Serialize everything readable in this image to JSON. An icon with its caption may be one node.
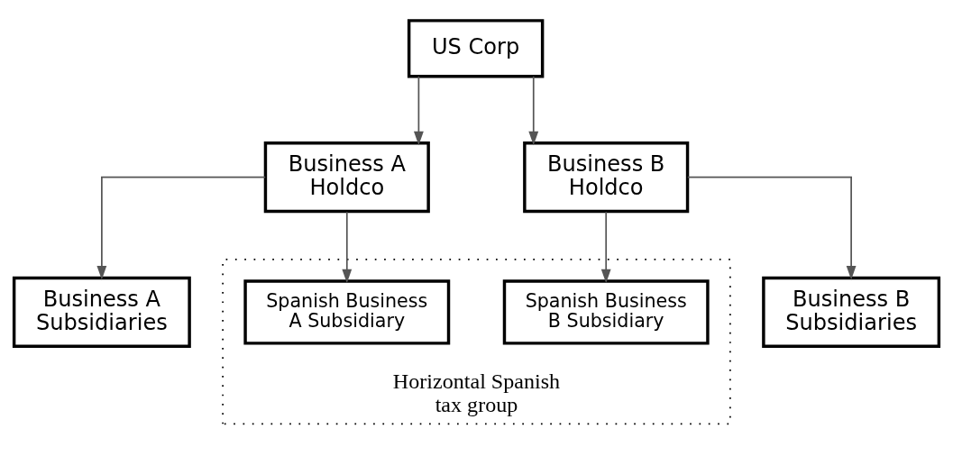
{
  "diagram": {
    "nodes": [
      {
        "text": [
          "US Corp"
        ]
      },
      {
        "text": [
          "Business A Holdco"
        ]
      },
      {
        "text": [
          "Business B Holdco"
        ]
      },
      {
        "text": [
          "Business A Subsidiaries"
        ]
      },
      {
        "text": [
          "Horizontal Spanish tax group"
        ]
      },
      {
        "text": [
          "Spanish Business A Subsidiary"
        ],
        "in": 4
      },
      {
        "text": [
          "Spanish Business B Subsidiary"
        ],
        "in": 4
      },
      {
        "text": [
          "Business B Subsidiaries"
        ]
      }
    ],
    "edges": [
      {
        "from": 0,
        "to": 1,
        "arrow": "to"
      },
      {
        "from": 0,
        "to": 2,
        "arrow": "to"
      },
      {
        "from": 1,
        "to": 3,
        "arrow": "to"
      },
      {
        "from": 1,
        "to": 5,
        "arrow": "to"
      },
      {
        "from": 2,
        "to": 6,
        "arrow": "to"
      },
      {
        "from": 2,
        "to": 7,
        "arrow": "to"
      }
    ]
  }
}
